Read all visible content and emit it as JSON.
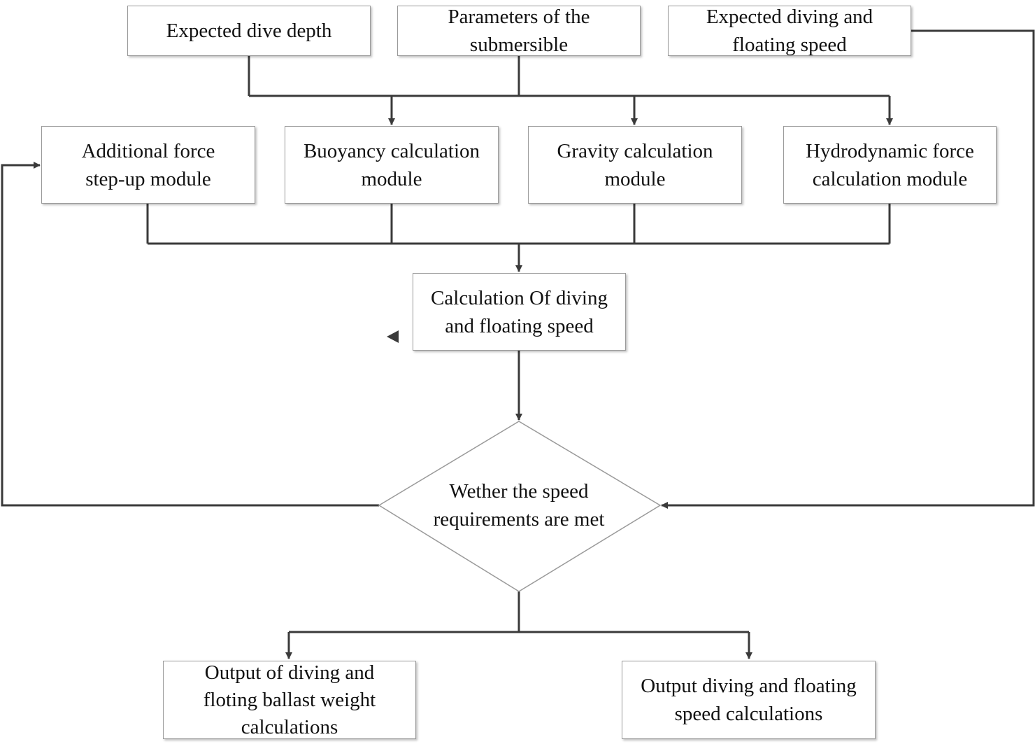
{
  "colors": {
    "line": "#3a3a3a",
    "box_border": "#9a9a9a",
    "text": "#111111",
    "background": "#ffffff"
  },
  "inputs": {
    "dive_depth": "Expected dive depth",
    "submersible_params_line1": "Parameters of the",
    "submersible_params_line2": "submersible",
    "speed_line1": "Expected diving and",
    "speed_line2": "floating speed"
  },
  "modules": {
    "additional_line1": "Additional force",
    "additional_line2": "step-up module",
    "buoyancy_line1": "Buoyancy calculation",
    "buoyancy_line2": "module",
    "gravity_line1": "Gravity calculation",
    "gravity_line2": "module",
    "hydro_line1": "Hydrodynamic force",
    "hydro_line2": "calculation module"
  },
  "calculation": {
    "line1": "Calculation Of diving",
    "line2": "and floating speed"
  },
  "decision": {
    "line1": "Wether the speed",
    "line2": "requirements are met"
  },
  "outputs": {
    "ballast_line1": "Output of diving and",
    "ballast_line2": "floting ballast weight",
    "ballast_line3": "calculations",
    "speed_line1": "Output diving and floating",
    "speed_line2": "speed calculations"
  }
}
